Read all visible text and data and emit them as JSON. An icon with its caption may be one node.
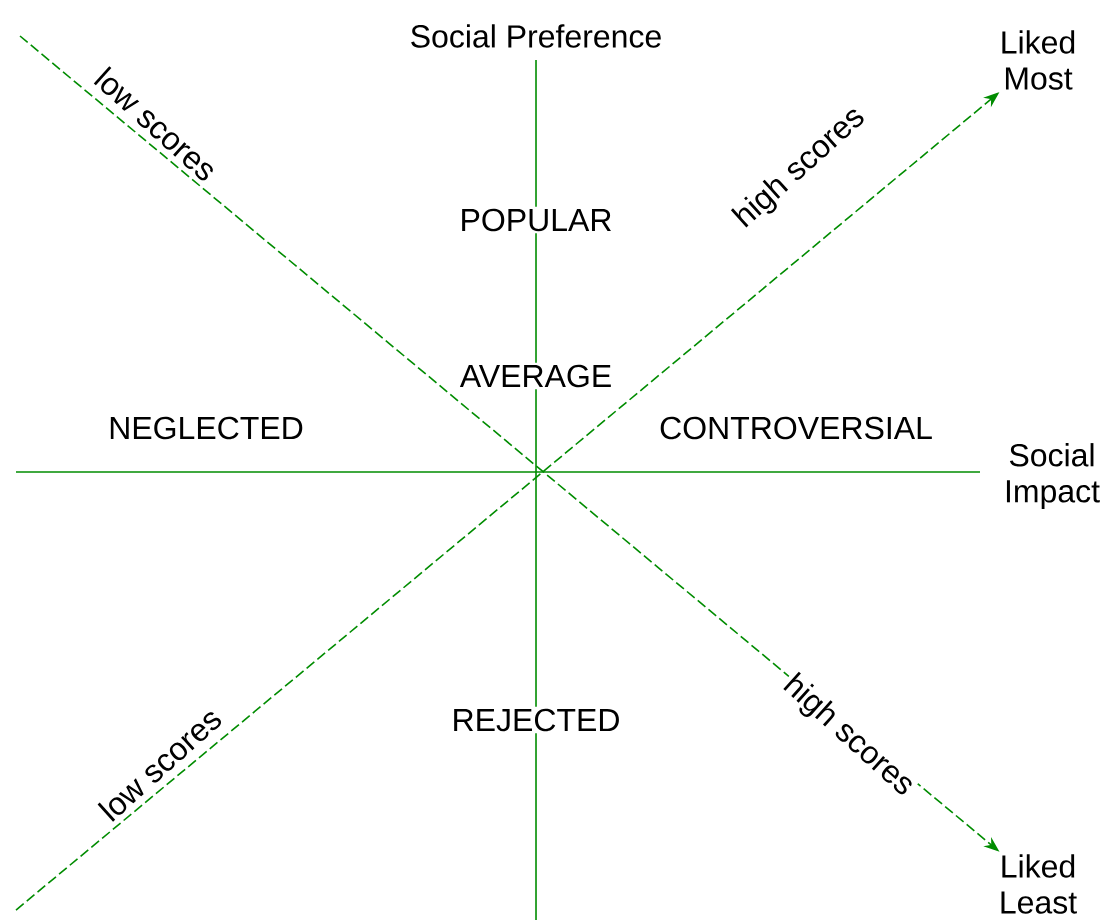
{
  "diagram": {
    "nodes": [
      {
        "text": [
          "Liked Most"
        ]
      },
      {
        "text": [
          "Liked Least"
        ]
      }
    ],
    "edges": [
      {
        "from": null,
        "to": 0,
        "arrow": "to",
        "label": "high scores",
        "style": "dashed"
      },
      {
        "from": null,
        "to": 1,
        "arrow": "to",
        "label": "high scores",
        "style": "dashed"
      }
    ],
    "labels": [
      "Social Preference",
      "low scores",
      "POPULAR",
      "AVERAGE",
      "NEGLECTED",
      "CONTROVERSIAL",
      "Social Impact",
      "REJECTED",
      "low scores"
    ]
  }
}
